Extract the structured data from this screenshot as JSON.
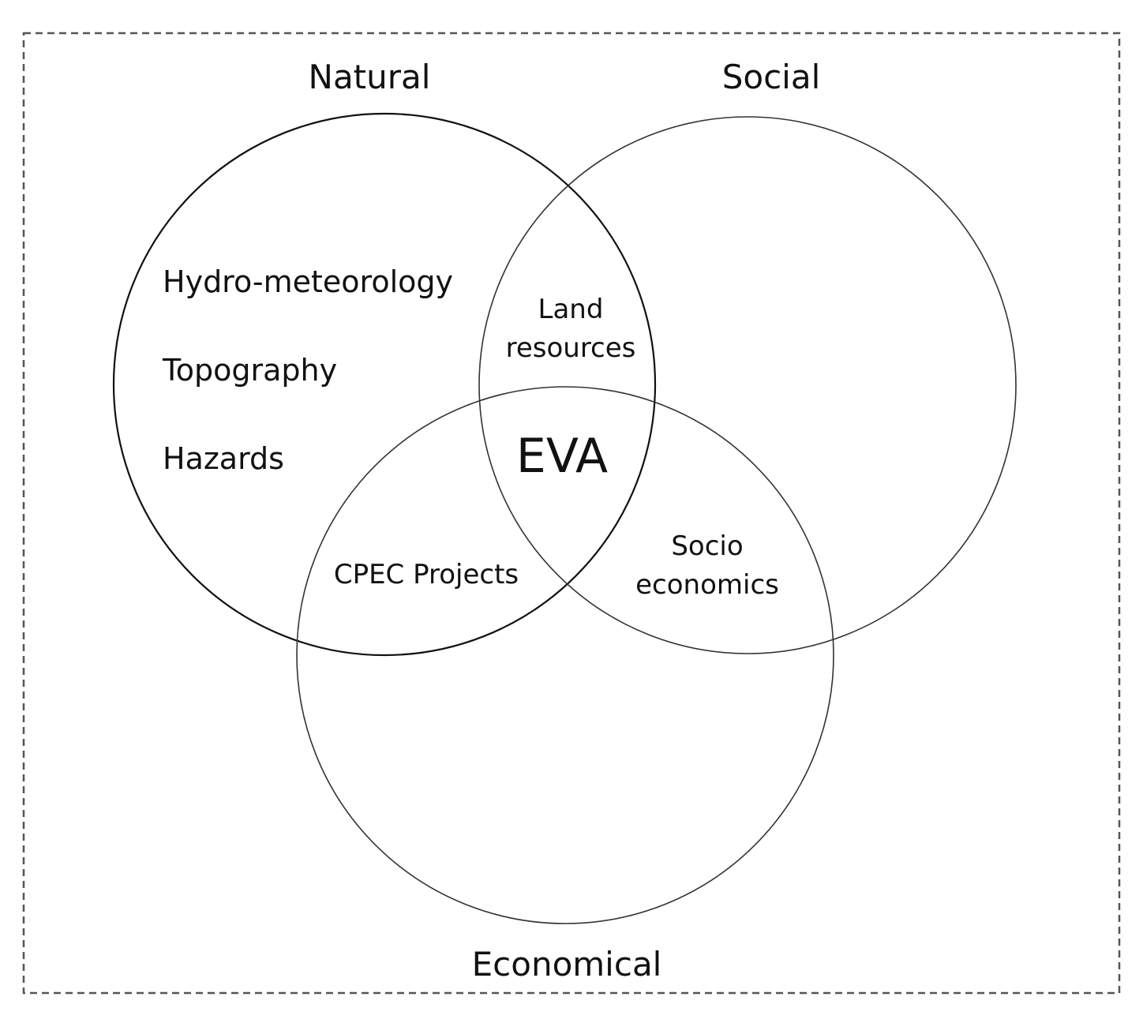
{
  "sets": {
    "natural": {
      "title": "Natural",
      "items": [
        "Hydro-meteorology",
        "Topography",
        "Hazards"
      ]
    },
    "social": {
      "title": "Social"
    },
    "economical": {
      "title": "Economical"
    }
  },
  "intersections": {
    "natural_social": [
      "Land",
      "resources"
    ],
    "natural_economical": [
      "CPEC Projects"
    ],
    "social_economical": [
      "Socio",
      "economics"
    ],
    "all": "EVA"
  },
  "colors": {
    "line": "#111111",
    "frame": "#555555",
    "text": "#111111",
    "background": "#ffffff"
  }
}
